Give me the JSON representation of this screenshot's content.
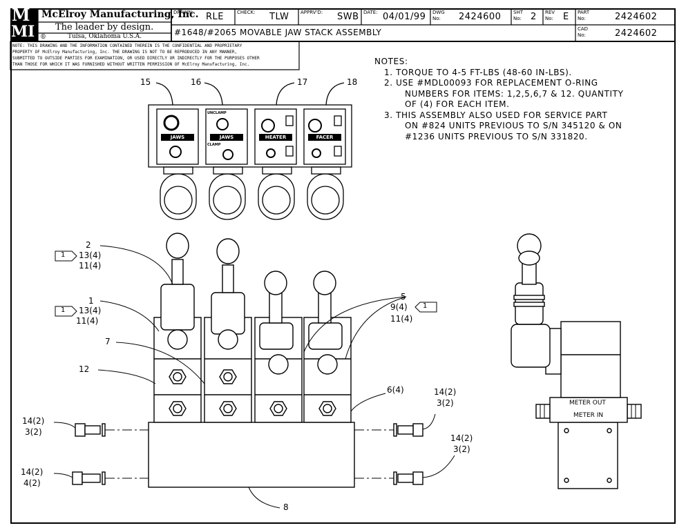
{
  "company": {
    "logo_letters_top": "M",
    "logo_letters_mid": "M",
    "logo_letters_bot": "I",
    "name": "McElroy Manufacturing, Inc.",
    "slogan": "The leader by design.",
    "location": "Tulsa, Oklahoma U.S.A.",
    "registered": "®"
  },
  "title_block": {
    "drawn_label": "DRAWN:",
    "drawn": "RLE",
    "check_label": "CHECK:",
    "check": "TLW",
    "apprvd_label": "APPRV'D:",
    "apprvd": "SWB",
    "date_label": "DATE:",
    "date": "04/01/99",
    "dwg_label": "DWG",
    "dwg_no_label": "No:",
    "dwg": "2424600",
    "sht_label": "SHT",
    "sht_no_label": "No:",
    "sht": "2",
    "rev_label": "REV",
    "rev_no_label": "No:",
    "rev": "E",
    "part_label": "PART",
    "part_no_label": "No:",
    "part": "2424602",
    "cad_label": "CAD",
    "cad_no_label": "No:",
    "cad": "2424602",
    "title": "#1648/#2065 MOVABLE JAW STACK ASSEMBLY"
  },
  "confidential_note": [
    "NOTE: THIS DRAWING AND THE INFORMATION CONTAINED THEREIN IS THE CONFIDENTIAL AND PROPRIETARY",
    "PROPERTY OF McElroy Manufacturing, Inc. THE DRAWING IS NOT TO BE REPRODUCED IN ANY MANNER,",
    "SUBMITTED TO OUTSIDE PARTIES FOR EXAMINATION, OR USED DIRECTLY OR INDIRECTLY FOR THE PURPOSES OTHER",
    "THAN THOSE FOR WHICH IT WAS FURNISHED WITHOUT WRITTEN PERMISSION OF McElroy Manufacturing, Inc."
  ],
  "notes": {
    "heading": "NOTES:",
    "lines": [
      "1. TORQUE TO 4-5 FT-LBS (48-60 IN-LBS).",
      "2. USE #MDL00093 FOR REPLACEMENT O-RING",
      "NUMBERS FOR ITEMS: 1,2,5,6,7 & 12. QUANTITY",
      "OF (4) FOR EACH ITEM.",
      "3. THIS ASSEMBLY ALSO USED FOR SERVICE PART",
      "ON #824 UNITS PREVIOUS TO S/N 345120 & ON",
      "#1236 UNITS PREVIOUS TO S/N 331820."
    ]
  },
  "top_view": {
    "callouts": [
      "15",
      "16",
      "17",
      "18"
    ],
    "decals": [
      {
        "top": "",
        "bottom": "JAWS"
      },
      {
        "top": "UNCLAMP",
        "bottom": "JAWS",
        "extra": "CLAMP"
      },
      {
        "top": "",
        "bottom": "HEATER"
      },
      {
        "top": "",
        "bottom": "FACER"
      }
    ]
  },
  "front_view": {
    "callout_2": "2",
    "callout_2_qty": [
      "13(4)",
      "11(4)"
    ],
    "callout_1": "1",
    "callout_1_qty": [
      "13(4)",
      "11(4)"
    ],
    "flag_note": "1",
    "callout_5": "5",
    "callout_5_qty": [
      "9(4)",
      "11(4)"
    ],
    "callout_7": "7",
    "callout_12": "12",
    "callout_6": "6(4)",
    "callout_8": "8",
    "left_upper": [
      "14(2)",
      "3(2)"
    ],
    "left_lower": [
      "14(2)",
      "4(2)"
    ],
    "right_upper": [
      "14(2)",
      "3(2)"
    ],
    "right_lower": [
      "14(2)",
      "3(2)"
    ]
  },
  "side_view": {
    "meter_out": "METER OUT",
    "meter_in": "METER IN"
  }
}
